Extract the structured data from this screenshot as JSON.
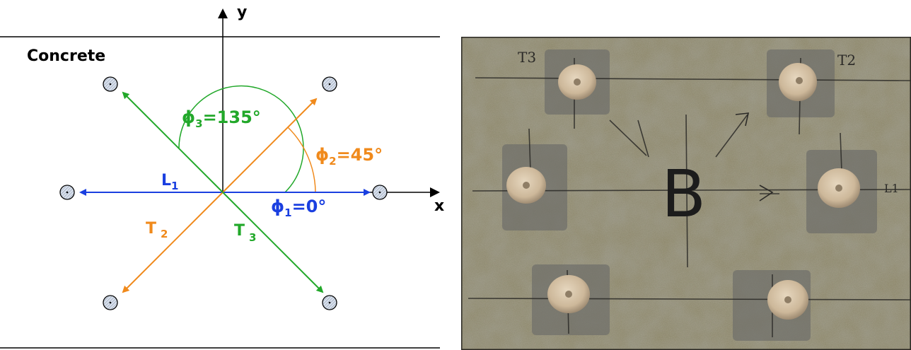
{
  "diagram": {
    "material_label": "Concrete",
    "axis_y": "y",
    "axis_x": "x",
    "labels": {
      "L1": {
        "main": "L",
        "sub": "1"
      },
      "T2": {
        "main": "T",
        "sub": "2"
      },
      "T3": {
        "main": "T",
        "sub": "3"
      },
      "phi1": {
        "sym": "ϕ",
        "sub": "1",
        "val": "=0°"
      },
      "phi2": {
        "sym": "ϕ",
        "sub": "2",
        "val": "=45°"
      },
      "phi3": {
        "sym": "ϕ",
        "sub": "3",
        "val": "=135°"
      }
    },
    "colors": {
      "L": "#1a3fe0",
      "T2": "#f08a1c",
      "T3": "#22a82a",
      "axis": "#000000",
      "anchor_fill": "#d8e0ec"
    }
  },
  "photo": {
    "marks": {
      "big_letter": "B",
      "T3": "T3",
      "T2": "T2",
      "L1": "L1"
    }
  }
}
